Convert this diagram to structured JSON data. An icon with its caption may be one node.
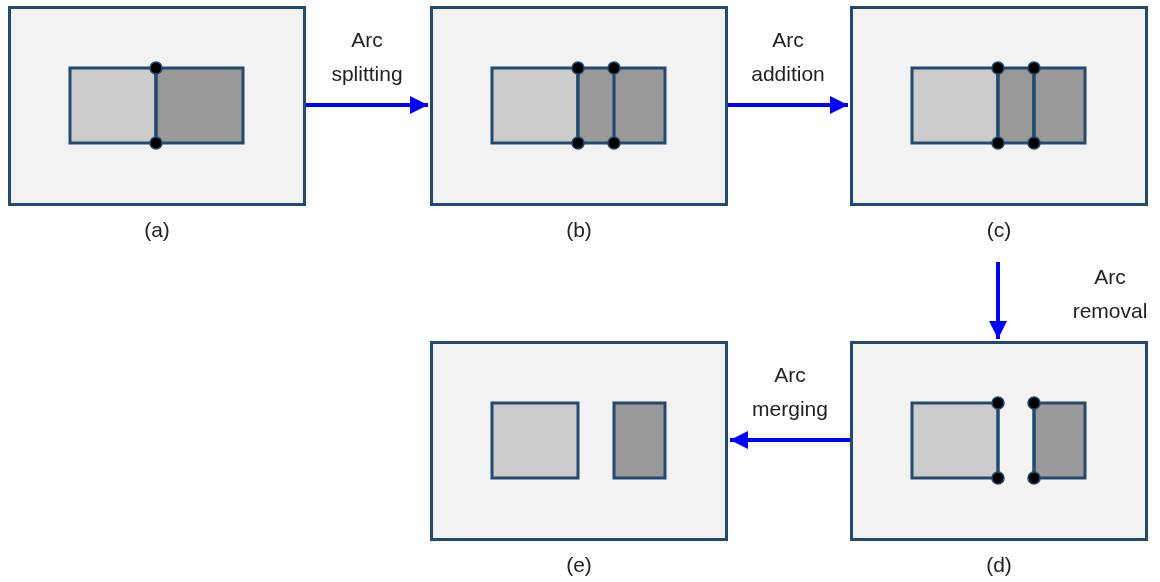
{
  "diagram": {
    "nodes": [
      {
        "text": [],
        "shape": "picture",
        "beside": [
          "(a)"
        ]
      },
      {
        "text": [],
        "shape": "picture",
        "beside": [
          "(b)"
        ]
      },
      {
        "text": [],
        "shape": "picture",
        "beside": [
          "(c)"
        ]
      },
      {
        "text": [],
        "shape": "picture",
        "beside": [
          "(e)"
        ]
      },
      {
        "text": [],
        "shape": "picture",
        "beside": [
          "(d)"
        ]
      }
    ],
    "edges": [
      {
        "from": 0,
        "to": 1,
        "arrow": "to",
        "label": "Arc splitting"
      },
      {
        "from": 1,
        "to": 2,
        "arrow": "to",
        "label": "Arc addition"
      },
      {
        "from": 2,
        "to": 4,
        "arrow": "to",
        "label": "Arc removal"
      },
      {
        "from": 4,
        "to": 3,
        "arrow": "to",
        "label": "Arc merging"
      }
    ]
  }
}
